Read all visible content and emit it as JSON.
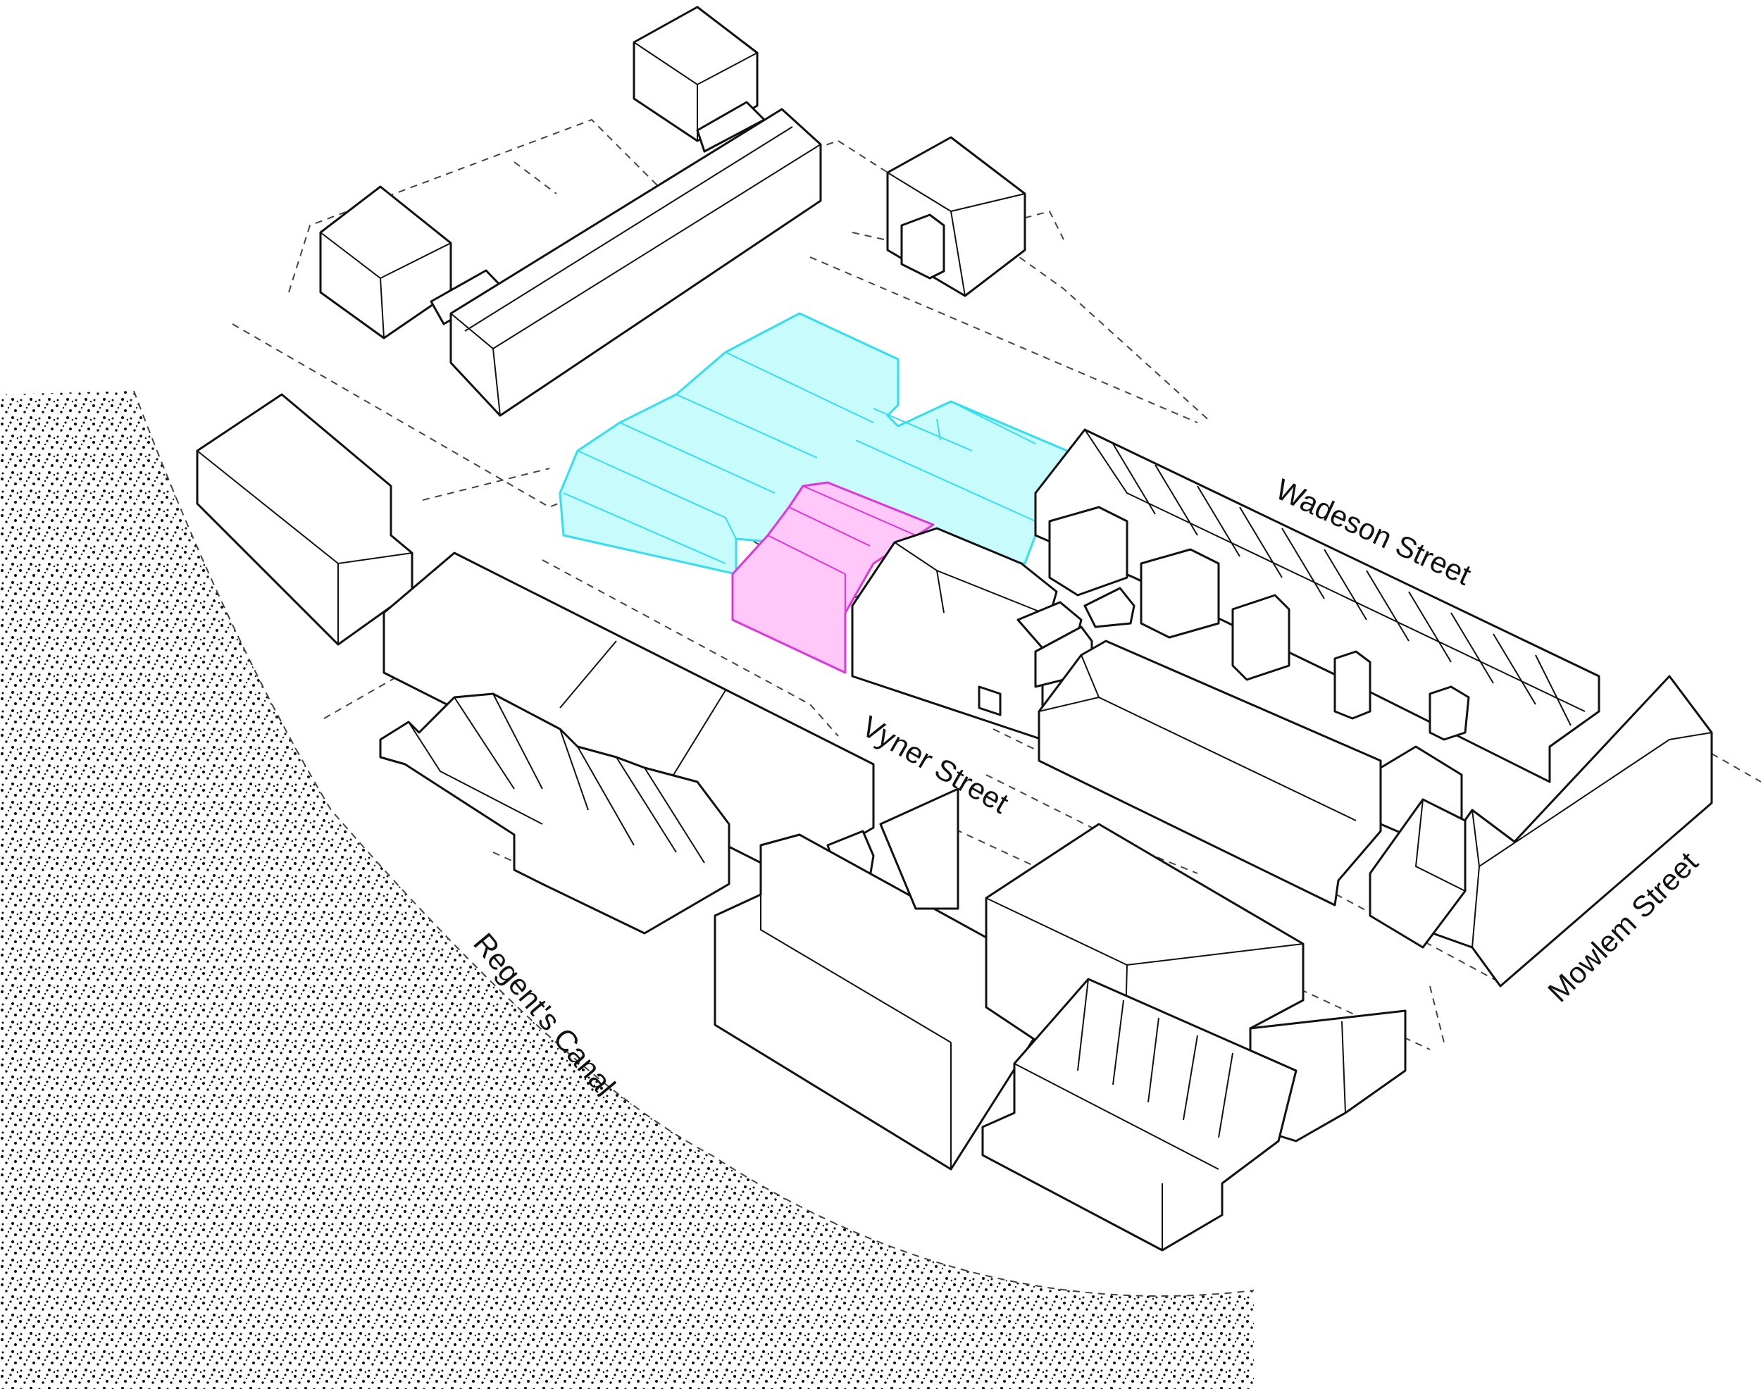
{
  "labels": {
    "wadeson_street": "Wadeson Street",
    "vyner_street": "Vyner Street",
    "mowlem_street": "Mowlem Street",
    "regents_canal": "Regent's Canal"
  },
  "colors": {
    "highlight_cyan": "#c8fcfc",
    "highlight_cyan_stroke": "#33dfee",
    "highlight_magenta": "#ffc8f8",
    "highlight_magenta_stroke": "#e035d8",
    "building_fill": "#ffffff",
    "line": "#111111",
    "canal_stipple": "#111111"
  }
}
